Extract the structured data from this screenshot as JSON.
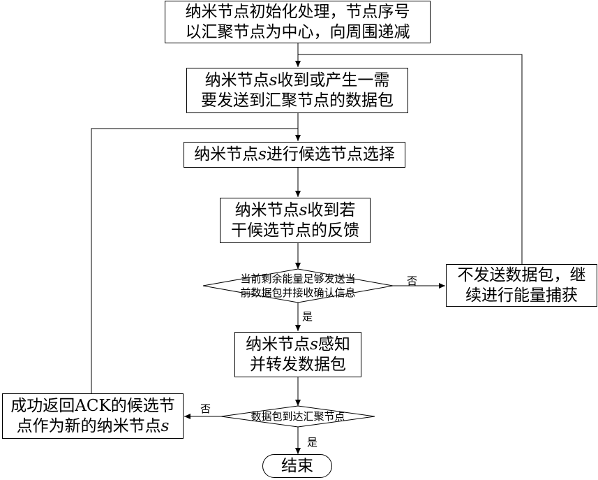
{
  "flowchart": {
    "init": {
      "line1": "纳米节点初始化处理，节点序号",
      "line2": "以汇聚节点为中心，向周围递减"
    },
    "receive": {
      "pre": "纳米节点",
      "var": "s",
      "post": "收到或产生一需",
      "line2": "要发送到汇聚节点的数据包"
    },
    "select": {
      "pre": "纳米节点",
      "var": "s",
      "post": "进行候选节点选择"
    },
    "feedback": {
      "pre": "纳米节点",
      "var": "s",
      "post": "收到若",
      "line2": "干候选节点的反馈"
    },
    "energy_check": {
      "line1": "当前剩余能量足够发送当",
      "line2": "前数据包并接收确认信息"
    },
    "no_send": {
      "line1": "不发送数据包，继",
      "line2": "续进行能量捕获"
    },
    "forward": {
      "pre": "纳米节点",
      "var": "s",
      "post": "感知",
      "line2": "并转发数据包"
    },
    "arrive_check": {
      "text": "数据包到达汇聚节点"
    },
    "ack": {
      "line1": "成功返回ACK的候选节",
      "line2pre": "点作为新的纳米节点",
      "var": "s"
    },
    "end": {
      "text": "结束"
    },
    "labels": {
      "no1": "否",
      "yes1": "是",
      "no2": "否",
      "yes2": "是"
    }
  }
}
